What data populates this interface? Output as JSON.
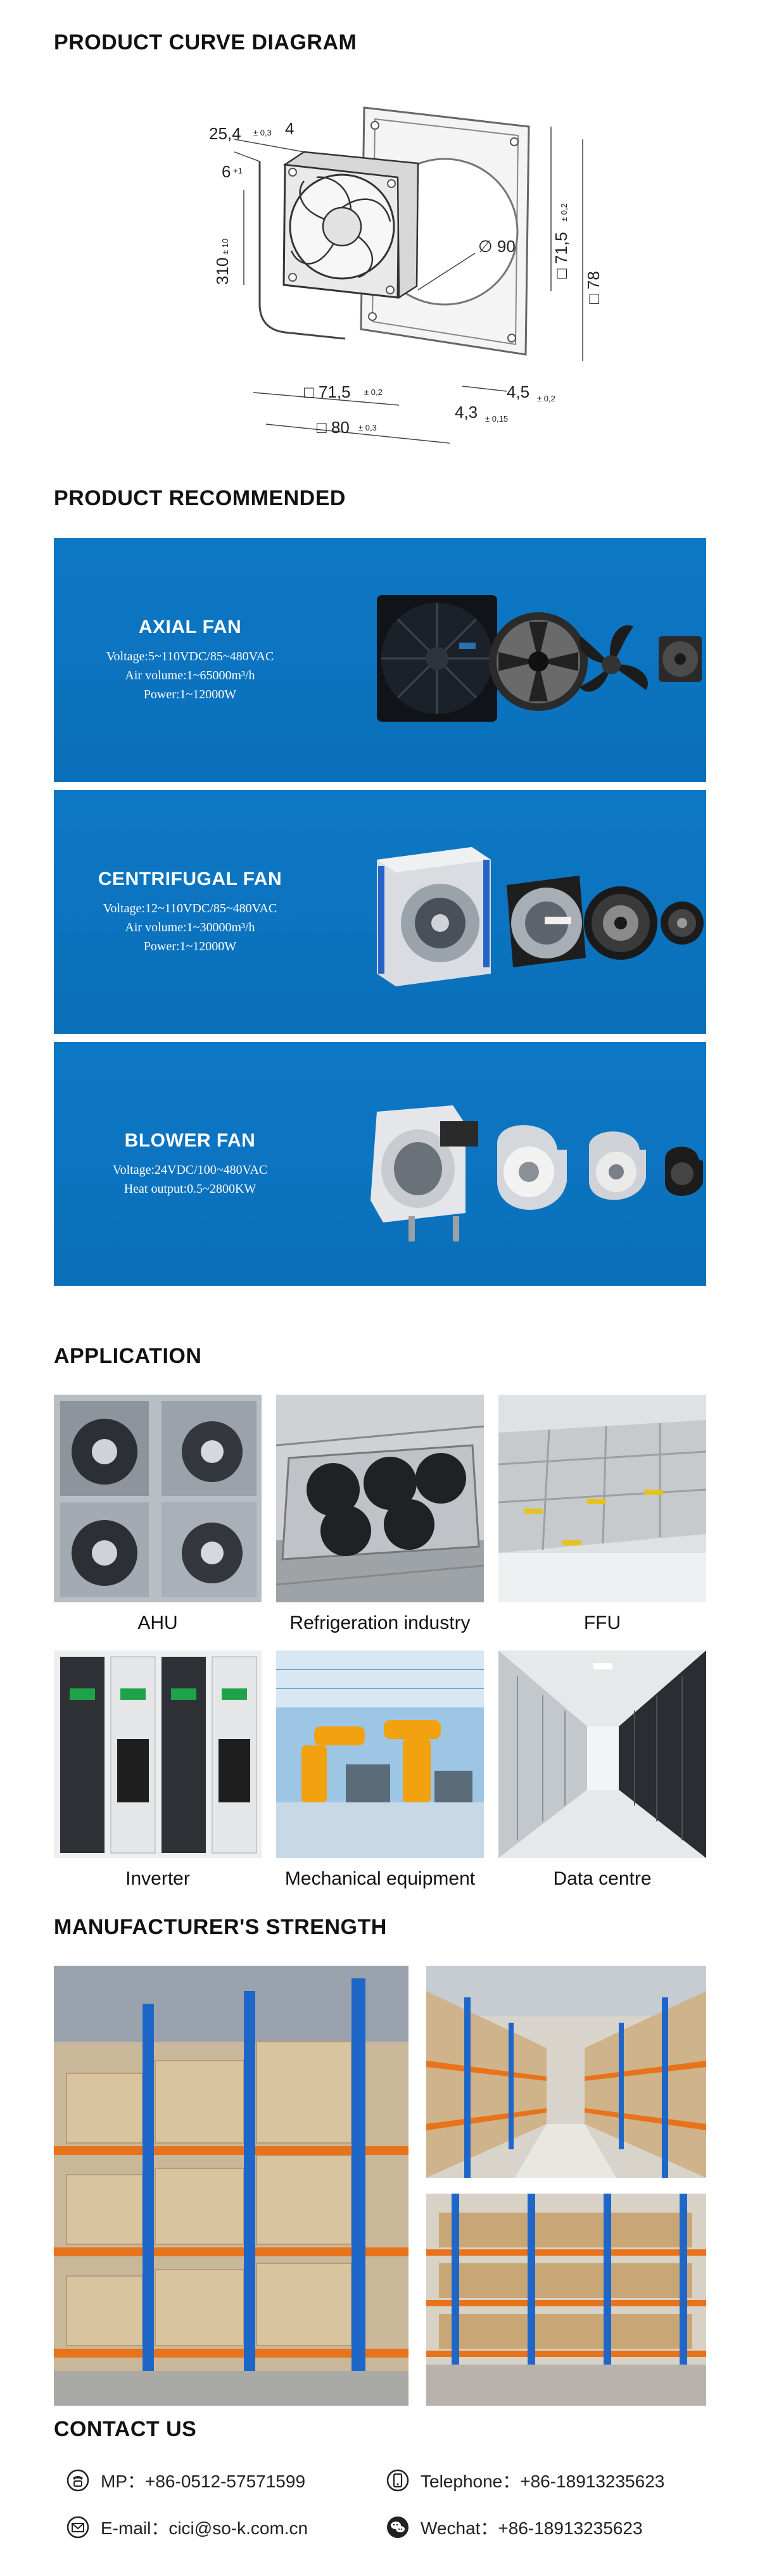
{
  "sections": {
    "curve": "PRODUCT CURVE DIAGRAM",
    "recommended": "PRODUCT RECOMMENDED",
    "application": "APPLICATION",
    "strength": "MANUFACTURER'S STRENGTH",
    "contact": "CONTACT US"
  },
  "diagram": {
    "dim_top_left": "25,4",
    "dim_top_left_tol": "± 0,3",
    "dim_top_4": "4",
    "dim_left_6": "6",
    "dim_left_6_tol": "+1",
    "dim_vertical_310": "310",
    "dim_vertical_310_tol": "± 10",
    "dim_diameter": "∅ 90",
    "dim_right_71_5": "□ 71,5",
    "dim_right_71_5_tol": "± 0,2",
    "dim_right_78": "□ 78",
    "dim_bottom_71_5": "□ 71,5",
    "dim_bottom_71_5_tol": "± 0,2",
    "dim_bottom_80": "□ 80",
    "dim_bottom_80_tol": "± 0,3",
    "dim_4_5": "4,5",
    "dim_4_5_tol": "± 0,2",
    "dim_4_3": "4,3",
    "dim_4_3_tol": "± 0,15"
  },
  "products": [
    {
      "name": "AXIAL FAN",
      "specs": [
        "Voltage:5~110VDC/85~480VAC",
        "Air volume:1~65000m³/h",
        "Power:1~12000W"
      ]
    },
    {
      "name": "CENTRIFUGAL FAN",
      "specs": [
        "Voltage:12~110VDC/85~480VAC",
        "Air volume:1~30000m³/h",
        "Power:1~12000W"
      ]
    },
    {
      "name": "BLOWER FAN",
      "specs": [
        "Voltage:24VDC/100~480VAC",
        "Heat output:0.5~2800KW"
      ]
    }
  ],
  "applications": [
    {
      "label": "AHU"
    },
    {
      "label": "Refrigeration industry"
    },
    {
      "label": "FFU"
    },
    {
      "label": "Inverter"
    },
    {
      "label": "Mechanical equipment"
    },
    {
      "label": "Data centre"
    }
  ],
  "contacts": {
    "mp": "MP：+86-0512-57571599",
    "telephone": "Telephone：+86-18913235623",
    "email": "E-mail：cici@so-k.com.cn",
    "wechat": "Wechat：+86-18913235623"
  },
  "colors": {
    "banner_blue": "#0c74c2",
    "shelf_blue": "#1f66c9",
    "shelf_orange": "#e8731a"
  },
  "icons": {
    "mp": "phone-icon",
    "telephone": "mobile-icon",
    "email": "mail-icon",
    "wechat": "wechat-icon"
  }
}
